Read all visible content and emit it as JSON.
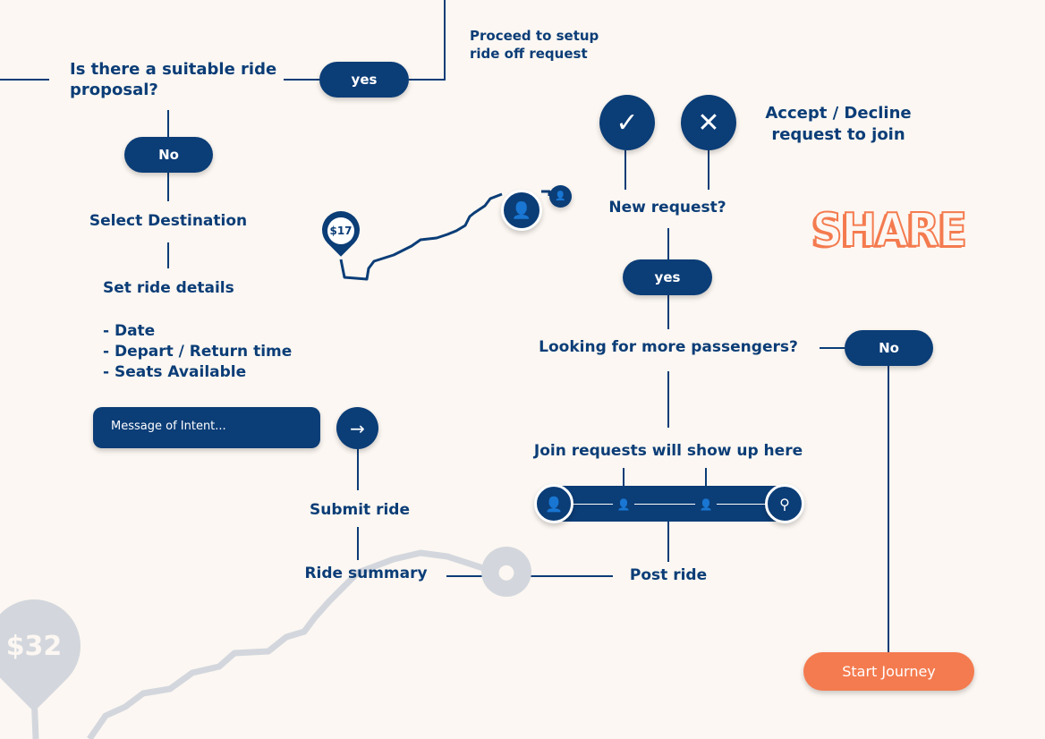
{
  "nodes": {
    "proposal_q": "Is there a suitable ride proposal?",
    "yes1": "yes",
    "proceed": "Proceed to setup ride off request",
    "no1": "No",
    "select_dest": "Select Destination",
    "set_details": "Set ride details",
    "details": [
      "- Date",
      "- Depart / Return time",
      "- Seats Available"
    ],
    "message_placeholder": "Message of Intent...",
    "submit": "Submit ride",
    "summary": "Ride summary",
    "post": "Post ride",
    "join_requests": "Join requests will show up here",
    "more_passengers": "Looking for more passengers?",
    "no2": "No",
    "yes2": "yes",
    "new_request": "New request?",
    "accept_decline": "Accept / Decline request to join",
    "start": "Start Journey"
  },
  "map": {
    "price1": "$17",
    "price2": "$32"
  },
  "logo": "SHARE",
  "colors": {
    "navy": "#0b3d77",
    "orange": "#f47b4f",
    "bg": "#fcf7f2",
    "grey": "#d3d7dd"
  }
}
